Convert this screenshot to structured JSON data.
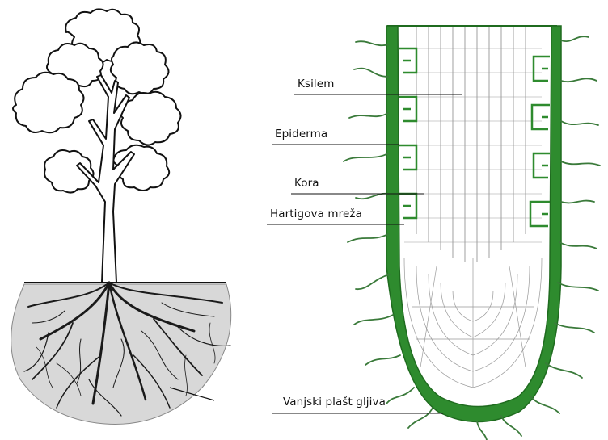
{
  "labels": {
    "xylem": "Ksilem",
    "epidermis": "Epiderma",
    "cortex": "Kora",
    "hartig_net": "Hartigova mreža",
    "fungal_mantle": "Vanjski plašt gljiva"
  },
  "colors": {
    "fungus_green": "#2e8b2e",
    "fungus_dark": "#1f6b1f",
    "line": "#111111"
  }
}
